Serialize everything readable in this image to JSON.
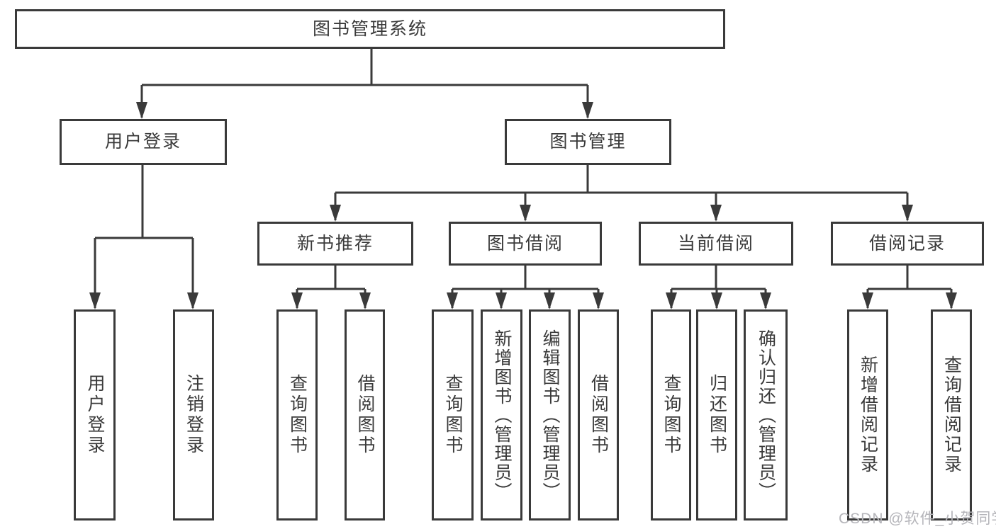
{
  "diagram": {
    "root": {
      "label": "图书管理系统"
    },
    "tree": [
      {
        "label": "用户登录",
        "children": [
          {
            "label": "用户登录"
          },
          {
            "label": "注销登录"
          }
        ]
      },
      {
        "label": "图书管理",
        "children": [
          {
            "label": "新书推荐",
            "children": [
              {
                "label": "查询图书"
              },
              {
                "label": "借阅图书"
              }
            ]
          },
          {
            "label": "图书借阅",
            "children": [
              {
                "label": "查询图书"
              },
              {
                "label": "新增图书（管理员）"
              },
              {
                "label": "编辑图书（管理员）"
              },
              {
                "label": "借阅图书"
              }
            ]
          },
          {
            "label": "当前借阅",
            "children": [
              {
                "label": "查询图书"
              },
              {
                "label": "归还图书"
              },
              {
                "label": "确认归还（管理员）"
              }
            ]
          },
          {
            "label": "借阅记录",
            "children": [
              {
                "label": "新增借阅记录"
              },
              {
                "label": "查询借阅记录"
              }
            ]
          }
        ]
      }
    ],
    "watermark": "CSDN @软件_小贺同学",
    "colors": {
      "line": "#3a3a3a",
      "text": "#3a3a3a",
      "box_fill": "#ffffff",
      "watermark": "#b5b5ba",
      "background": "#ffffff"
    }
  }
}
